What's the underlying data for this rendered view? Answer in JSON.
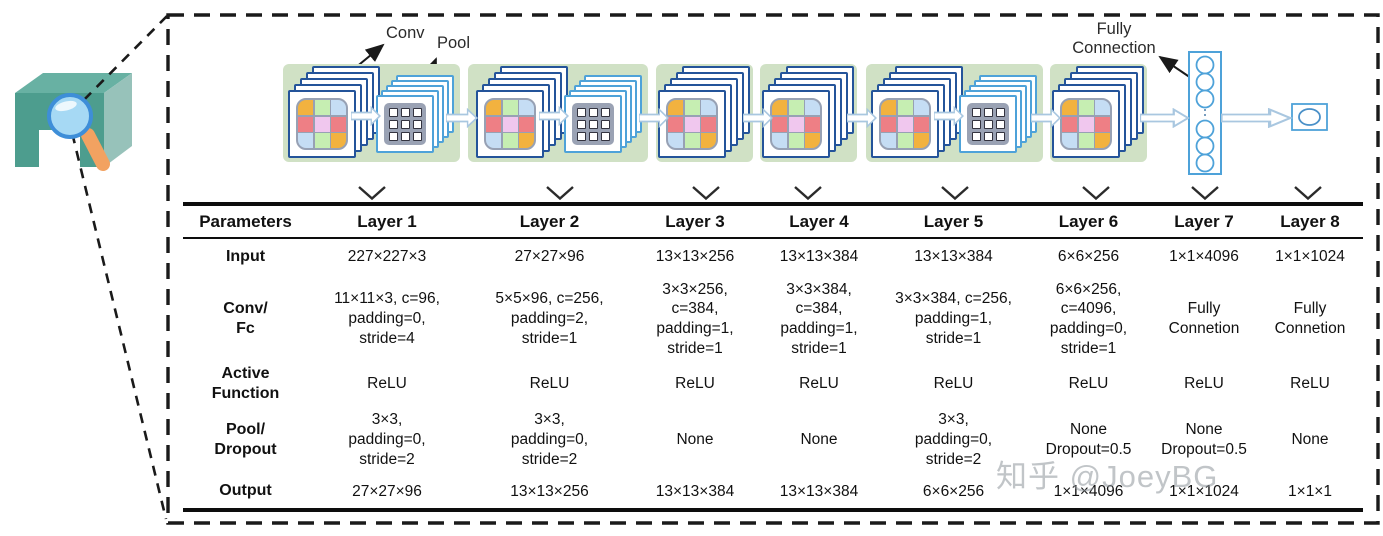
{
  "figure": {
    "labels": {
      "conv": "Conv",
      "pool": "Pool",
      "fully_connection": "Fully\nConnection"
    }
  },
  "table": {
    "header": [
      "Parameters",
      "Layer 1",
      "Layer 2",
      "Layer 3",
      "Layer 4",
      "Layer 5",
      "Layer 6",
      "Layer 7",
      "Layer 8"
    ],
    "rows": [
      {
        "label": "Input",
        "cells": [
          "227×227×3",
          "27×27×96",
          "13×13×256",
          "13×13×384",
          "13×13×384",
          "6×6×256",
          "1×1×4096",
          "1×1×1024"
        ]
      },
      {
        "label": "Conv/\nFc",
        "cells": [
          "11×11×3, c=96,\npadding=0,\nstride=4",
          "5×5×96, c=256,\npadding=2,\nstride=1",
          "3×3×256,\nc=384,\npadding=1,\nstride=1",
          "3×3×384,\nc=384,\npadding=1,\nstride=1",
          "3×3×384, c=256,\npadding=1,\nstride=1",
          "6×6×256,\nc=4096,\npadding=0,\nstride=1",
          "Fully\nConnetion",
          "Fully\nConnetion"
        ]
      },
      {
        "label": "Active\nFunction",
        "cells": [
          "ReLU",
          "ReLU",
          "ReLU",
          "ReLU",
          "ReLU",
          "ReLU",
          "ReLU",
          "ReLU"
        ]
      },
      {
        "label": "Pool/\nDropout",
        "cells": [
          "3×3,\npadding=0,\nstride=2",
          "3×3,\npadding=0,\nstride=2",
          "None",
          "None",
          "3×3,\npadding=0,\nstride=2",
          "None\nDropout=0.5",
          "None\nDropout=0.5",
          "None"
        ]
      },
      {
        "label": "Output",
        "cells": [
          "27×27×96",
          "13×13×256",
          "13×13×384",
          "13×13×384",
          "6×6×256",
          "1×1×4096",
          "1×1×1024",
          "1×1×1"
        ]
      }
    ]
  },
  "watermark": "知乎 @JoeyBG",
  "colors": {
    "group_background": "#d0e1c5",
    "conv_sheet_border": "#24549a",
    "pool_sheet_border": "#4ea2d9",
    "feature_orange": "#f2b23f",
    "feature_green": "#c6eeb2",
    "feature_blue": "#c5ddf4",
    "feature_red": "#ee7f85",
    "feature_pink": "#f0c7ee",
    "flow_arrow_stroke": "#a9c7e0",
    "fc_node_stroke": "#4ea2d9",
    "magnifier_lens": "#a6d9f4",
    "magnifier_ring": "#3e8ed8",
    "magnifier_handle": "#f2a261",
    "magnet_teal_front": "#4d9d8e",
    "magnet_teal_top": "#68b1a3",
    "magnet_teal_side": "#97c2ba",
    "table_line": "#0d0d0d",
    "watermark_gray": "#8f969c"
  }
}
